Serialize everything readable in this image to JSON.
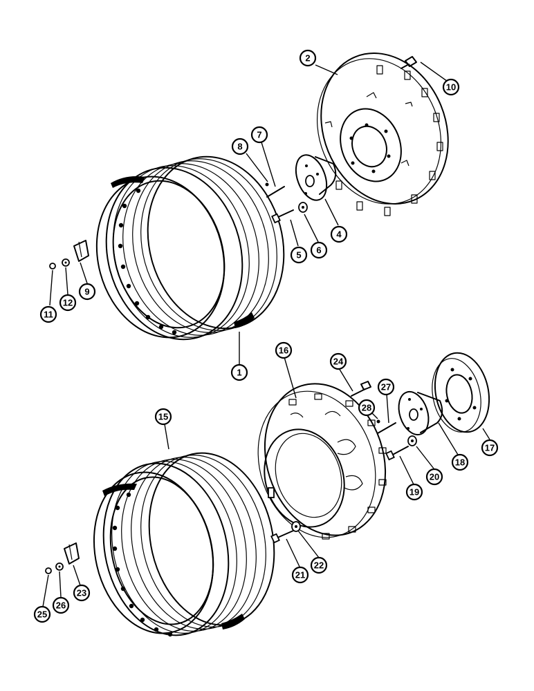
{
  "callouts": [
    {
      "id": "1",
      "label": "1"
    },
    {
      "id": "2",
      "label": "2"
    },
    {
      "id": "4",
      "label": "4"
    },
    {
      "id": "5",
      "label": "5"
    },
    {
      "id": "6",
      "label": "6"
    },
    {
      "id": "7",
      "label": "7"
    },
    {
      "id": "8",
      "label": "8"
    },
    {
      "id": "9",
      "label": "9"
    },
    {
      "id": "10",
      "label": "10"
    },
    {
      "id": "11",
      "label": "11"
    },
    {
      "id": "12",
      "label": "12"
    },
    {
      "id": "15",
      "label": "15"
    },
    {
      "id": "16",
      "label": "16"
    },
    {
      "id": "17",
      "label": "17"
    },
    {
      "id": "18",
      "label": "18"
    },
    {
      "id": "19",
      "label": "19"
    },
    {
      "id": "20",
      "label": "20"
    },
    {
      "id": "21",
      "label": "21"
    },
    {
      "id": "22",
      "label": "22"
    },
    {
      "id": "23",
      "label": "23"
    },
    {
      "id": "24",
      "label": "24"
    },
    {
      "id": "25",
      "label": "25"
    },
    {
      "id": "26",
      "label": "26"
    },
    {
      "id": "27",
      "label": "27"
    },
    {
      "id": "28",
      "label": "28"
    }
  ],
  "colors": {
    "ink": "#000000",
    "paper": "#ffffff"
  }
}
